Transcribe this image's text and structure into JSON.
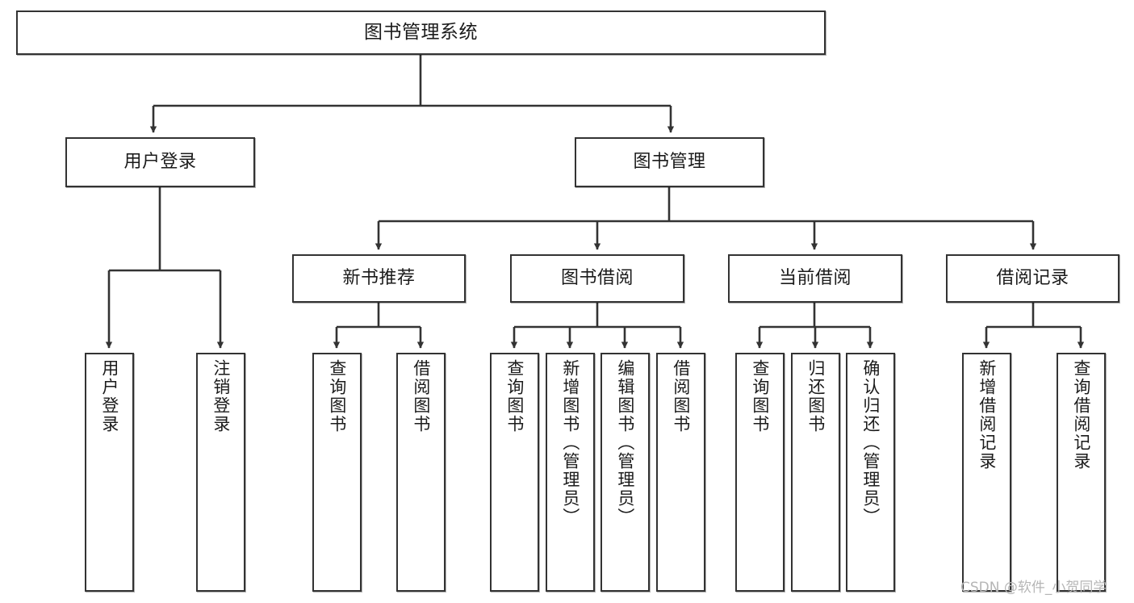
{
  "diagram": {
    "title": "图书管理系统",
    "type": "function-structure-tree",
    "watermark": "CSDN @软件_小贺同学",
    "colors": {
      "box_border": "#333333",
      "box_fill": "#ffffff",
      "edge": "#333333",
      "text": "#1b1b1b",
      "watermark": "#b6b6b6",
      "background": "#ffffff"
    },
    "levels": {
      "root": {
        "label": "图书管理系统"
      },
      "level2": [
        {
          "label": "用户登录"
        },
        {
          "label": "图书管理"
        }
      ],
      "level3": [
        {
          "label": "新书推荐"
        },
        {
          "label": "图书借阅"
        },
        {
          "label": "当前借阅"
        },
        {
          "label": "借阅记录"
        }
      ],
      "leaves": {
        "user_login": [
          {
            "label": "用户登录"
          },
          {
            "label": "注销登录"
          }
        ],
        "new_book_recommend": [
          {
            "label": "查询图书"
          },
          {
            "label": "借阅图书"
          }
        ],
        "book_borrow": [
          {
            "label": "查询图书"
          },
          {
            "label": "新增图书（管理员）"
          },
          {
            "label": "编辑图书（管理员）"
          },
          {
            "label": "借阅图书"
          }
        ],
        "current_borrow": [
          {
            "label": "查询图书"
          },
          {
            "label": "归还图书"
          },
          {
            "label": "确认归还（管理员）"
          }
        ],
        "borrow_record": [
          {
            "label": "新增借阅记录"
          },
          {
            "label": "查询借阅记录"
          }
        ]
      }
    }
  }
}
